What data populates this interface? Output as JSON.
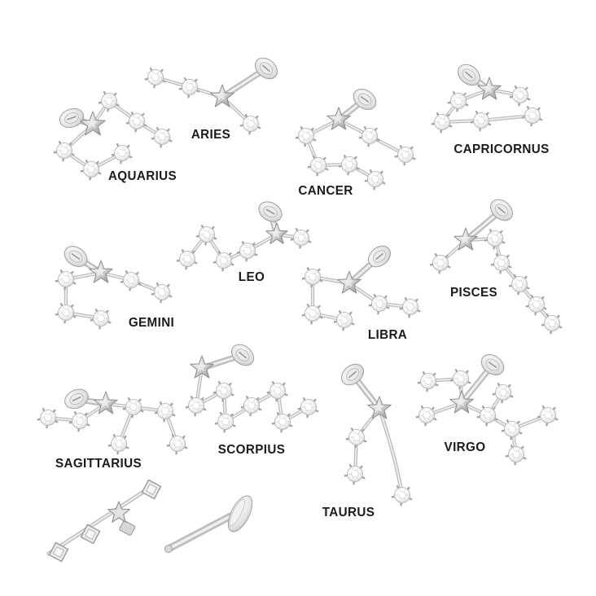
{
  "collage": {
    "items": [
      {
        "id": "aquarius",
        "label": "AQUARIUS",
        "type": "constellation-earring"
      },
      {
        "id": "aries",
        "label": "ARIES",
        "type": "constellation-earring"
      },
      {
        "id": "cancer",
        "label": "CANCER",
        "type": "constellation-earring"
      },
      {
        "id": "capricornus",
        "label": "CAPRICORNUS",
        "type": "constellation-earring"
      },
      {
        "id": "gemini",
        "label": "GEMINI",
        "type": "constellation-earring"
      },
      {
        "id": "leo",
        "label": "LEO",
        "type": "constellation-earring"
      },
      {
        "id": "libra",
        "label": "LIBRA",
        "type": "constellation-earring"
      },
      {
        "id": "pisces",
        "label": "PISCES",
        "type": "constellation-earring"
      },
      {
        "id": "sagittarius",
        "label": "SAGITTARIUS",
        "type": "constellation-earring"
      },
      {
        "id": "scorpius",
        "label": "SCORPIUS",
        "type": "constellation-earring"
      },
      {
        "id": "taurus",
        "label": "TAURUS",
        "type": "constellation-earring"
      },
      {
        "id": "virgo",
        "label": "VIRGO",
        "type": "constellation-earring"
      },
      {
        "id": "earring-back",
        "label": "",
        "type": "earring-back-view"
      },
      {
        "id": "labret-post",
        "label": "",
        "type": "labret-post"
      }
    ],
    "colors": {
      "background": "#ffffff",
      "label_text": "#1b1b1b",
      "metal_light": "#f5f5f5",
      "metal_mid": "#c9c9c9",
      "metal_dark": "#8e8e8e",
      "gem_fill": "#f4f4f4"
    }
  }
}
